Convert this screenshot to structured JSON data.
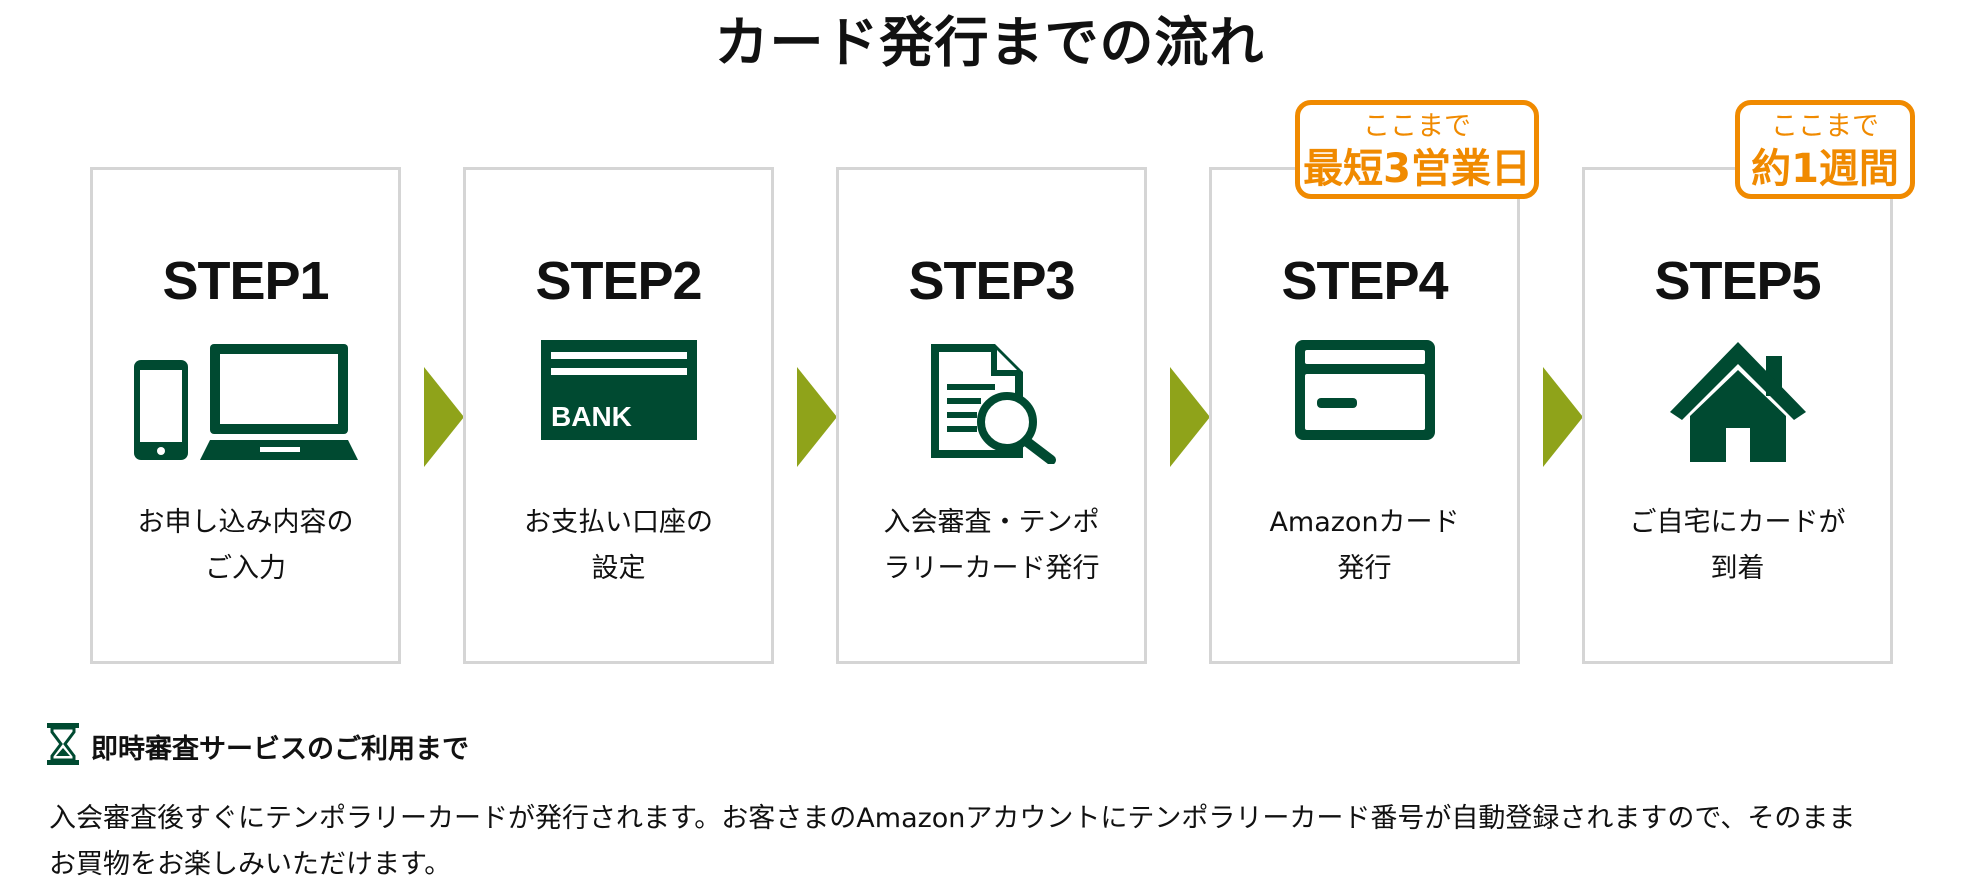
{
  "page": {
    "title": "カード発行までの流れ"
  },
  "colors": {
    "icon_green": "#004a31",
    "arrow_green": "#8fa31a",
    "badge_orange": "#f08a00",
    "border_gray": "#d5d5d5"
  },
  "steps": [
    {
      "label": "STEP1",
      "icon": "devices-icon",
      "desc": [
        "お申し込み内容の",
        "ご入力"
      ]
    },
    {
      "label": "STEP2",
      "icon": "bank-card-icon",
      "icon_text": "BANK",
      "desc": [
        "お支払い口座の",
        "設定"
      ]
    },
    {
      "label": "STEP3",
      "icon": "document-search-icon",
      "desc": [
        "入会審査・テンポ",
        "ラリーカード発行"
      ]
    },
    {
      "label": "STEP4",
      "icon": "credit-card-icon",
      "desc": [
        "Amazonカード",
        "発行"
      ]
    },
    {
      "label": "STEP5",
      "icon": "house-icon",
      "desc": [
        "ご自宅にカードが",
        "到着"
      ]
    }
  ],
  "badges": [
    {
      "top": "ここまで",
      "main": "最短3営業日"
    },
    {
      "top": "ここまで",
      "main": "約1週間"
    }
  ],
  "note": {
    "icon": "hourglass-icon",
    "title": "即時審査サービスのご利用まで",
    "body_lines": [
      "入会審査後すぐにテンポラリーカードが発行されます。お客さまのAmazonアカウントにテンポラリーカード番号が自動登録されますので、そのまま",
      "お買物をお楽しみいただけます。"
    ]
  }
}
